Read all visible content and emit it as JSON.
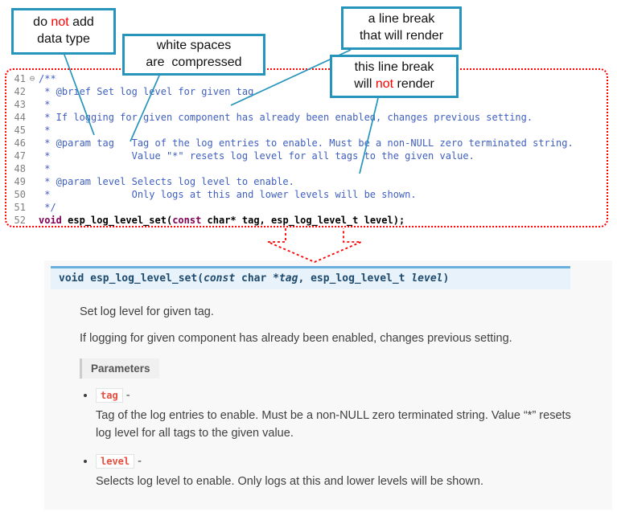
{
  "callouts": {
    "no_datatype": {
      "l1a": "do ",
      "l1_not": "not",
      "l1b": " add",
      "l2": "data type"
    },
    "whitespace": {
      "l1": "white spaces",
      "l2": "are  compressed"
    },
    "break_render": {
      "l1": "a line break",
      "l2": "that will render"
    },
    "break_norender": {
      "l1": "this line break",
      "l2a": "will ",
      "l2_not": "not",
      "l2b": " render"
    }
  },
  "editor": {
    "lines": [
      {
        "num": "41",
        "fold": "⊖",
        "text": "/**"
      },
      {
        "num": "42",
        "fold": "",
        "text": " * @brief Set log level for given tag"
      },
      {
        "num": "43",
        "fold": "",
        "text": " *"
      },
      {
        "num": "44",
        "fold": "",
        "text": " * If logging for given component has already been enabled, changes previous setting."
      },
      {
        "num": "45",
        "fold": "",
        "text": " *"
      },
      {
        "num": "46",
        "fold": "",
        "text": " * @param tag   Tag of the log entries to enable. Must be a non-NULL zero terminated string."
      },
      {
        "num": "47",
        "fold": "",
        "text": " *              Value \"*\" resets log level for all tags to the given value."
      },
      {
        "num": "48",
        "fold": "",
        "text": " *"
      },
      {
        "num": "49",
        "fold": "",
        "text": " * @param level Selects log level to enable."
      },
      {
        "num": "50",
        "fold": "",
        "text": " *              Only logs at this and lower levels will be shown."
      },
      {
        "num": "51",
        "fold": "",
        "text": " */"
      }
    ],
    "decl": {
      "num": "52",
      "kw1": "void",
      "mid1": " esp_log_level_set(",
      "kw2": "const",
      "rest": " char* tag, esp_log_level_t level);"
    }
  },
  "docs": {
    "sig": {
      "ret": "void",
      "name": " esp_log_level_set",
      "open": "(",
      "const": "const",
      "type1": " char *",
      "p1": "tag",
      "sep": ", ",
      "type2": "esp_log_level_t ",
      "p2": "level",
      "close": ")"
    },
    "brief": "Set log level for given tag.",
    "detail": "If logging for given component has already been enabled, changes previous setting.",
    "parameters_label": "Parameters",
    "params": [
      {
        "name": "tag",
        "dash": "-",
        "desc": "Tag of the log entries to enable. Must be a non-NULL zero terminated string. Value “*” resets log level for all tags to the given value."
      },
      {
        "name": "level",
        "dash": "-",
        "desc": "Selects log level to enable. Only logs at this and lower levels will be shown."
      }
    ]
  },
  "colors": {
    "callout_border": "#2795BB",
    "connector_line": "#2795BB",
    "dotted_border": "#FF0000",
    "keyword": "#7F0055",
    "comment": "#3F5FBF",
    "sig_bg": "#E7F2FA",
    "sig_border": "#6AB0DE",
    "code_literal": "#E74C3C"
  }
}
